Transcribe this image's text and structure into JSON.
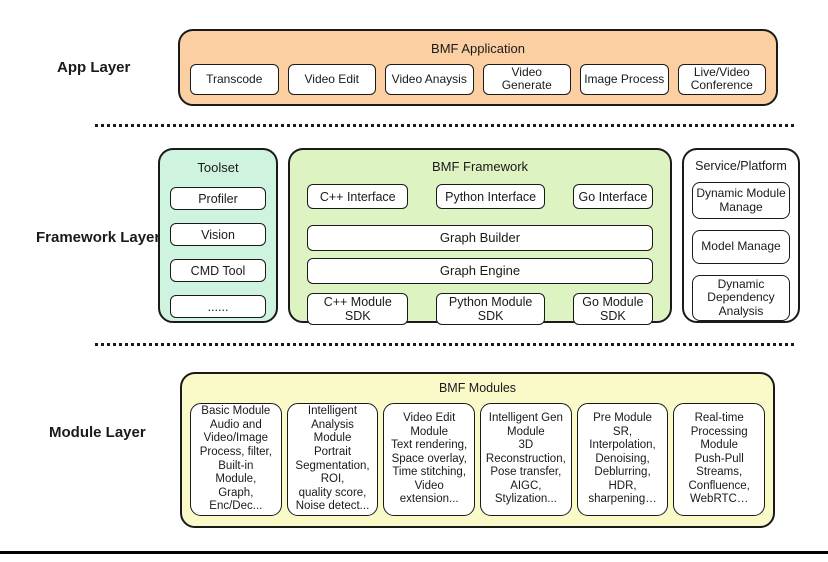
{
  "colors": {
    "app_layer_fill": "#fbcfa1",
    "toolset_fill": "#cef3de",
    "framework_fill": "#ddf3c2",
    "service_fill": "#ffffff",
    "module_layer_fill": "#fafac9",
    "inner_box_fill": "#ffffff",
    "border": "#1a1a1a"
  },
  "app_layer": {
    "label": "App Layer",
    "title": "BMF Application",
    "items": [
      "Transcode",
      "Video Edit",
      "Video Anaysis",
      "Video Generate",
      "Image Process",
      "Live/Video\nConference"
    ]
  },
  "framework_layer": {
    "label": "Framework Layer",
    "toolset": {
      "title": "Toolset",
      "items": [
        "Profiler",
        "Vision",
        "CMD Tool",
        "......"
      ]
    },
    "framework": {
      "title": "BMF Framework",
      "interfaces": [
        "C++ Interface",
        "Python Interface",
        "Go Interface"
      ],
      "graph_builder": "Graph Builder",
      "graph_engine": "Graph Engine",
      "sdks": [
        "C++ Module SDK",
        "Python Module\nSDK",
        "Go Module\nSDK"
      ]
    },
    "service": {
      "title": "Service/Platform",
      "items": [
        "Dynamic Module\nManage",
        "Model Manage",
        "Dynamic\nDependency\nAnalysis"
      ]
    }
  },
  "module_layer": {
    "label": "Module Layer",
    "title": "BMF Modules",
    "items": [
      "Basic Module\nAudio and\nVideo/Image\nProcess, filter,\nBuilt-in\nModule,\nGraph,\nEnc/Dec...",
      "Intelligent\nAnalysis\nModule\nPortrait\nSegmentation,\nROI,\nquality score,\nNoise detect...",
      "Video Edit\nModule\nText rendering,\nSpace overlay,\nTime stitching,\nVideo\nextension...",
      "Intelligent Gen\nModule\n3D\nReconstruction,\nPose transfer,\nAIGC,\nStylization...",
      "Pre Module\nSR,\nInterpolation,\nDenoising,\nDeblurring,\nHDR,\nsharpening…",
      "Real-time\nProcessing\nModule\nPush-Pull\nStreams,\nConfluence,\nWebRTC…"
    ]
  }
}
